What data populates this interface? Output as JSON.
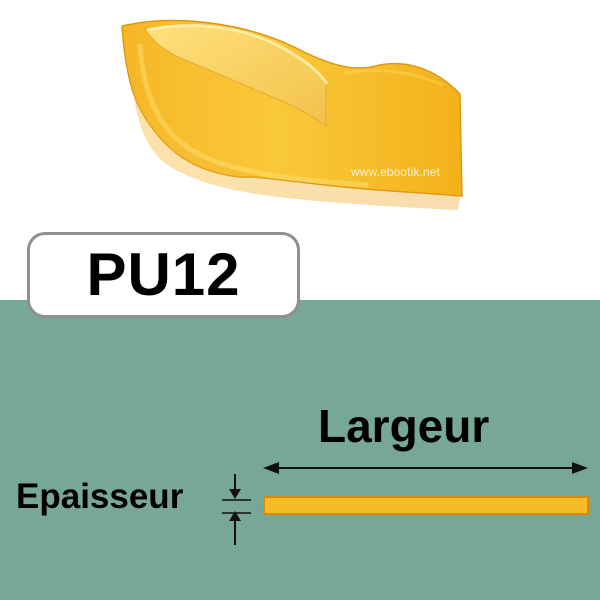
{
  "product": {
    "code": "PU12"
  },
  "dimensions": {
    "width_label": "Largeur",
    "thickness_label": "Epaisseur"
  },
  "watermark": {
    "text": "www.ebootik.net"
  },
  "colors": {
    "belt": "#f6bc26",
    "belt_outline": "#d98810",
    "background_top": "#ffffff",
    "background_bottom": "#77a897",
    "badge_border": "#8f8f8f"
  }
}
